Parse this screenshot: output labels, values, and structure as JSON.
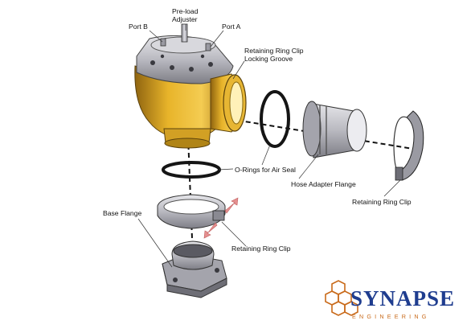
{
  "labels": {
    "preload_line1": "Pre-load",
    "preload_line2": "Adjuster",
    "port_b": "Port B",
    "port_a": "Port A",
    "groove_line1": "Retaining Ring Clip",
    "groove_line2": "Locking Groove",
    "orings": "O-Rings for Air Seal",
    "hose_adapter": "Hose Adapter Flange",
    "ring_clip_right": "Retaining Ring Clip",
    "base_flange": "Base Flange",
    "ring_clip_bottom": "Retaining Ring Clip"
  },
  "logo": {
    "name": "SYNAPSE",
    "subtitle": "ENGINEERING",
    "colors": {
      "text": "#1f3d8f",
      "accent": "#c96a1a"
    }
  },
  "colors": {
    "body_gold": "#d9a520",
    "body_gold_dark": "#a87512",
    "metal": "#c8c8cc",
    "metal_dark": "#7c7c84",
    "arrow": "#e08a8a"
  }
}
